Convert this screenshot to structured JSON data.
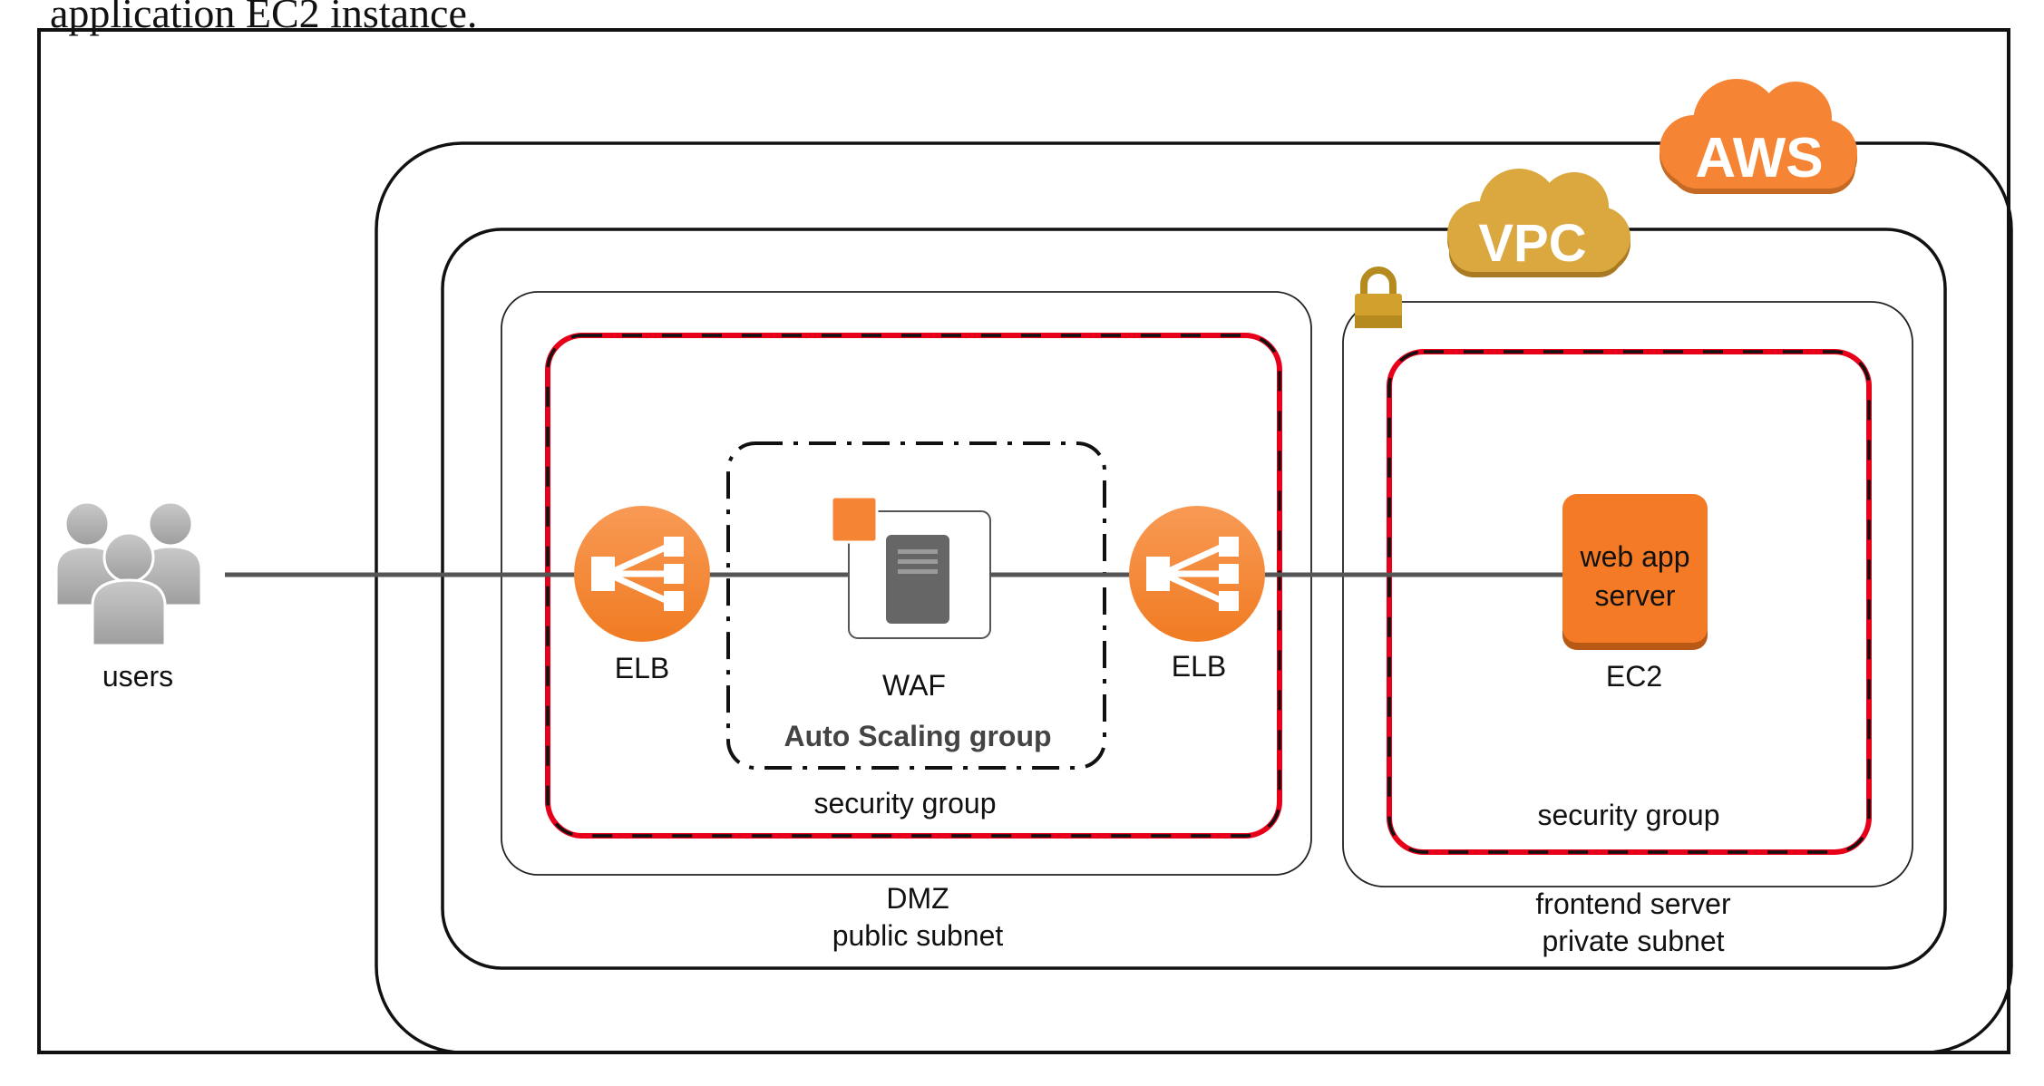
{
  "caption_fragment": "application EC2 instance.",
  "badges": {
    "aws": "AWS",
    "vpc": "VPC"
  },
  "nodes": {
    "users": "users",
    "elb_left": "ELB",
    "waf": "WAF",
    "elb_right": "ELB",
    "web_app_line1": "web app",
    "web_app_line2": "server",
    "ec2": "EC2"
  },
  "groups": {
    "auto_scaling": "Auto Scaling group",
    "security_group_dmz": "security group",
    "security_group_frontend": "security group"
  },
  "subnets": {
    "dmz_line1": "DMZ",
    "dmz_line2": "public subnet",
    "frontend_line1": "frontend server",
    "frontend_line2": "private subnet"
  },
  "colors": {
    "aws_orange": "#f58534",
    "vpc_gold": "#d9a43b",
    "security_red": "#e8001b",
    "elb_orange": "#f58534",
    "ec2_orange": "#f47a25",
    "line_gray": "#555555"
  }
}
